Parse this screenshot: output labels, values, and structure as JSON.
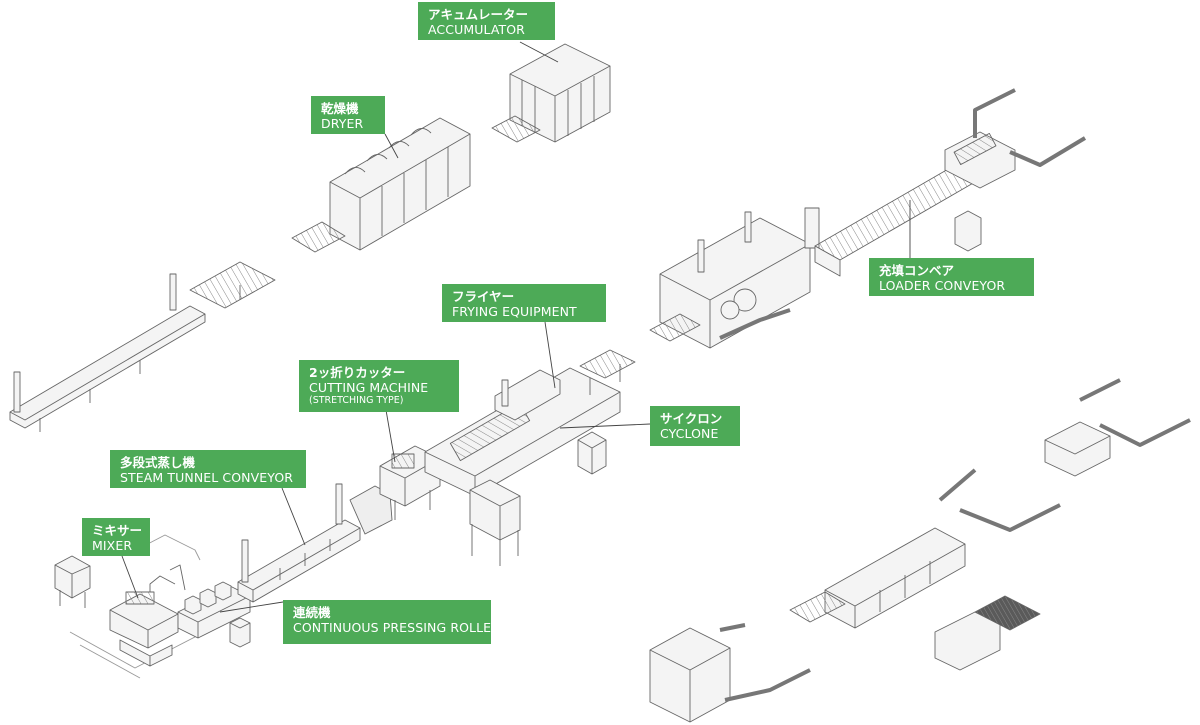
{
  "colors": {
    "label_bg": "#4daa57",
    "label_text": "#ffffff",
    "machine_fill": "#f4f4f4",
    "machine_stroke": "#666666",
    "leader": "#444444"
  },
  "labels": {
    "accumulator": {
      "jp": "アキュムレーター",
      "en": "ACCUMULATOR"
    },
    "dryer": {
      "jp": "乾燥機",
      "en": "DRYER"
    },
    "frying": {
      "jp": "フライヤー",
      "en": "FRYING EQUIPMENT"
    },
    "loader": {
      "jp": "充填コンベア",
      "en": "LOADER CONVEYOR"
    },
    "cutting": {
      "jp": "2ッ折りカッター",
      "en": "CUTTING MACHINE",
      "sub": "(STRETCHING TYPE)"
    },
    "cyclone": {
      "jp": "サイクロン",
      "en": "CYCLONE"
    },
    "steam": {
      "jp": "多段式蒸し機",
      "en": "STEAM TUNNEL CONVEYOR"
    },
    "mixer": {
      "jp": "ミキサー",
      "en": "MIXER"
    },
    "roller": {
      "jp": "連続機",
      "en": "CONTINUOUS PRESSING ROLLER"
    }
  }
}
